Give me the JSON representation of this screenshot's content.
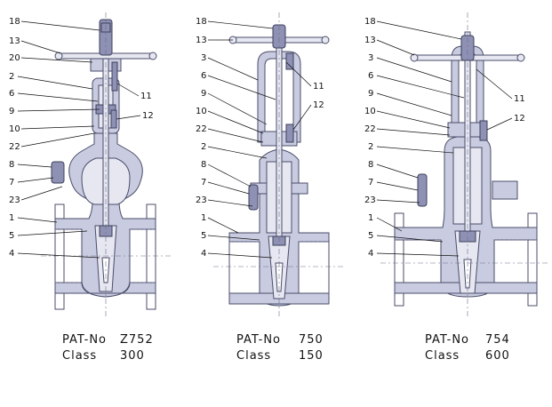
{
  "valves": [
    {
      "pat_label": "PAT-No",
      "pat_value": "Z752",
      "class_label": "Class",
      "class_value": "300",
      "callouts": [
        "18",
        "13",
        "20",
        "2",
        "6",
        "9",
        "10",
        "22",
        "8",
        "7",
        "23",
        "1",
        "5",
        "4",
        "11",
        "12"
      ]
    },
    {
      "pat_label": "PAT-No",
      "pat_value": "750",
      "class_label": "Class",
      "class_value": "150",
      "callouts": [
        "18",
        "13",
        "3",
        "6",
        "9",
        "10",
        "22",
        "2",
        "8",
        "7",
        "23",
        "1",
        "5",
        "4",
        "11",
        "12"
      ]
    },
    {
      "pat_label": "PAT-No",
      "pat_value": "754",
      "class_label": "Class",
      "class_value": "600",
      "callouts": [
        "18",
        "13",
        "3",
        "6",
        "9",
        "10",
        "22",
        "2",
        "8",
        "7",
        "23",
        "1",
        "5",
        "4",
        "11",
        "12"
      ]
    }
  ],
  "colors": {
    "body_fill": "#c9cbe0",
    "outline": "#4a4d6a",
    "leader": "#111111"
  }
}
